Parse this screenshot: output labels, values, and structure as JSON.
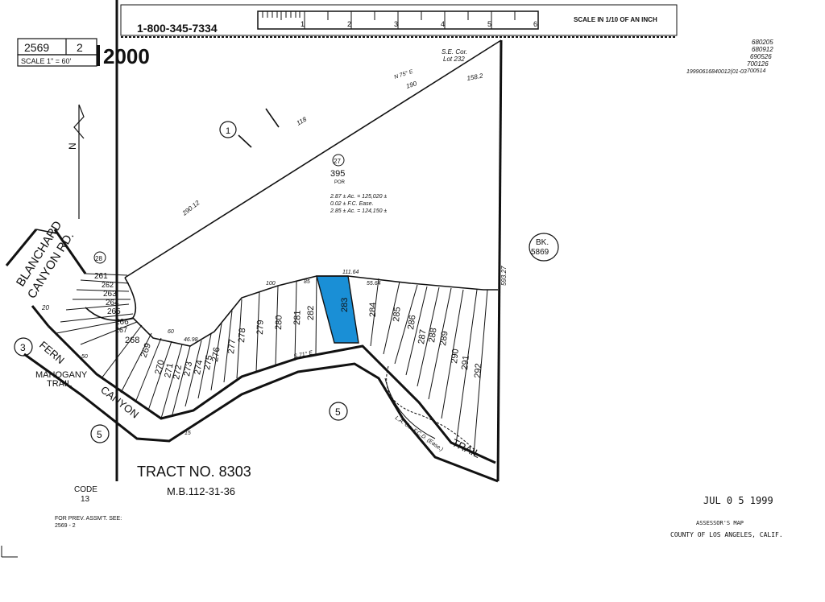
{
  "header": {
    "phone": "1-800-345-7334",
    "ruler_marks": [
      "1",
      "2",
      "3",
      "4",
      "5",
      "6"
    ],
    "scale_note": "SCALE IN 1/10 OF AN INCH"
  },
  "map_info": {
    "book": "2569",
    "page": "2",
    "year": "2000",
    "scale": "SCALE 1\" = 60'",
    "adjacent_book": "BK.",
    "adjacent_number": "5869",
    "tract": "TRACT NO. 8303",
    "mb_ref": "M.B.112-31-36",
    "code_label": "CODE",
    "code_value": "13",
    "prev_assmt_label": "FOR PREV. ASSM'T. SEE:",
    "prev_assmt_value": "2569 - 2",
    "date_stamp": "JUL 0 5 1999",
    "footer_line1": "ASSESSOR'S MAP",
    "footer_line2": "COUNTY OF LOS ANGELES, CALIF.",
    "north_label": "N",
    "change_numbers": [
      "680205",
      "680912",
      "690526",
      "700126",
      "700514",
      "19990616840012(01-03"
    ]
  },
  "streets": {
    "blanchard_1": "BLANCHARD",
    "blanchard_2": "CANYON RD.",
    "fern": "FERN",
    "mahogany_1": "MAHOGANY",
    "mahogany_2": "TRAIL",
    "canyon": "CANYON",
    "trail": "TRAIL"
  },
  "parcels": {
    "large_parcel_circle": "27",
    "large_parcel_number": "395",
    "large_parcel_suffix": "POR",
    "acreage_1": "2.87 ± Ac. = 125,020 ±",
    "acreage_2": "0.02 ± F.C. Ease.",
    "acreage_3": "2.85 ± Ac. = 124,150 ±",
    "se_corner_1": "S.E. Cor.",
    "se_corner_2": "Lot 232",
    "lots": [
      "261",
      "262",
      "263",
      "264",
      "265",
      "266",
      "267",
      "268",
      "269",
      "270",
      "271",
      "272",
      "273",
      "274",
      "275",
      "276",
      "277",
      "278",
      "279",
      "280",
      "281",
      "282",
      "283",
      "284",
      "285",
      "286",
      "287",
      "288",
      "289",
      "290",
      "291",
      "292"
    ],
    "highlight_lot": "283",
    "circle_labels": [
      "1",
      "3",
      "5",
      "5",
      "28"
    ],
    "easement": "L.A. Co. F.C.D. (Ease.)"
  },
  "dimensions": {
    "d118": "118",
    "d190": "190",
    "d1582": "158.2",
    "d59327": "593.27",
    "d11164": "111.64",
    "d5564": "55.64",
    "d100": "100",
    "d4698": "46.98",
    "d60": "60",
    "d50": "50",
    "d15": "15",
    "d20": "20",
    "d85": "85",
    "bearing1": "N 75° E",
    "bearing2": "S 71° E",
    "long_line": "290.12"
  },
  "colors": {
    "highlight": "#1a8fd6",
    "ink": "#111111"
  }
}
